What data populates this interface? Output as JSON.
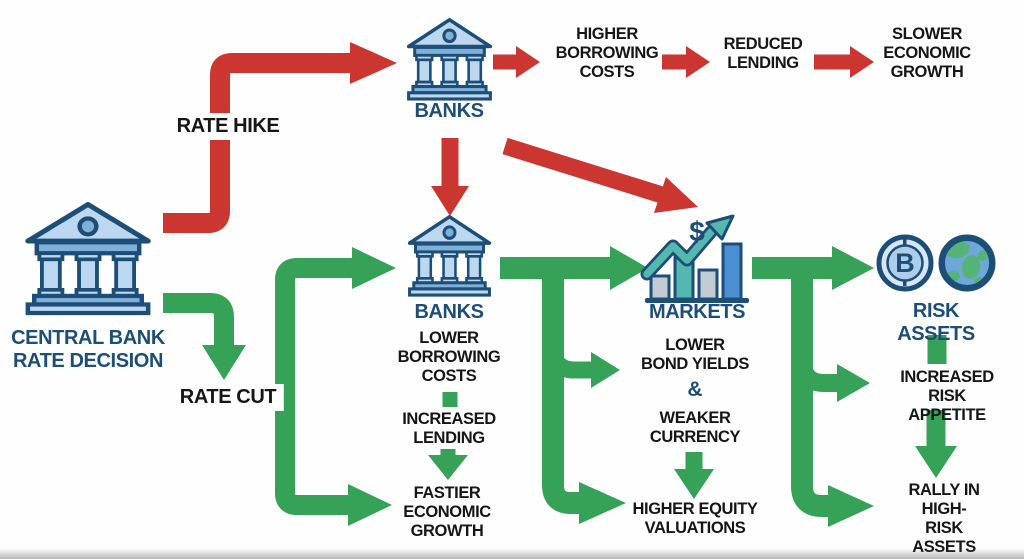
{
  "title": "Central Bank Rate Decision flow diagram",
  "colors": {
    "red": "#cc3630",
    "green": "#35a257",
    "blue_dark": "#1c4e78",
    "blue_mid": "#7fb0d8",
    "blue_light": "#bcd7f0",
    "teal": "#55b8ae",
    "bar_gray": "#c3ccd3",
    "bar_blue": "#4a8fd4",
    "globe_green": "#54b478",
    "ink": "#161616"
  },
  "nodes": {
    "central_bank": {
      "label": "CENTRAL BANK\nRATE DECISION"
    },
    "banks_top": {
      "label": "BANKS"
    },
    "banks_bottom": {
      "label": "BANKS"
    },
    "markets": {
      "label": "MARKETS"
    },
    "risk_assets": {
      "label": "RISK ASSETS"
    }
  },
  "branches": {
    "rate_hike": {
      "label": "RATE HIKE",
      "effects": [
        "HIGHER\nBORROWING\nCOSTS",
        "REDUCED\nLENDING",
        "SLOWER\nECONOMIC\nGROWTH"
      ]
    },
    "rate_cut": {
      "label": "RATE CUT",
      "banks_effects": [
        "LOWER\nBORROWING\nCOSTS",
        "INCREASED\nLENDING",
        "FASTIER\nECONOMIC\nGROWTH"
      ],
      "markets_effects": [
        "LOWER\nBOND YIELDS",
        "&",
        "WEAKER\nCURRENCY",
        "HIGHER EQUITY\nVALUATIONS"
      ],
      "risk_effects": [
        "INCREASED\nRISK APPETITE",
        "RALLY IN\nHIGH-RISK\nASSETS"
      ]
    }
  },
  "icons": {
    "dollar": "$",
    "bitcoin": "B"
  }
}
